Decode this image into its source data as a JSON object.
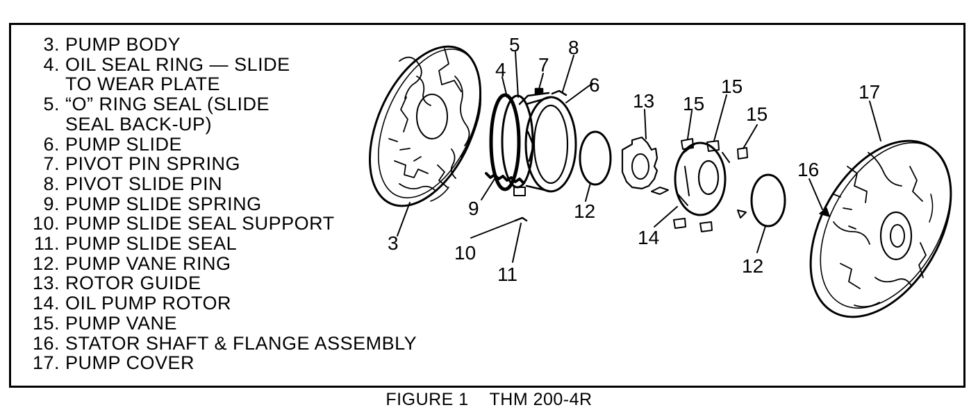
{
  "legend": [
    {
      "num": "3.",
      "lines": [
        "PUMP BODY"
      ]
    },
    {
      "num": "4.",
      "lines": [
        "OIL SEAL RING — SLIDE",
        "TO WEAR PLATE"
      ]
    },
    {
      "num": "5.",
      "lines": [
        "“O” RING SEAL (SLIDE",
        "SEAL BACK-UP)"
      ]
    },
    {
      "num": "6.",
      "lines": [
        "PUMP SLIDE"
      ]
    },
    {
      "num": "7.",
      "lines": [
        "PIVOT PIN SPRING"
      ]
    },
    {
      "num": "8.",
      "lines": [
        "PIVOT SLIDE PIN"
      ]
    },
    {
      "num": "9.",
      "lines": [
        "PUMP SLIDE SPRING"
      ]
    },
    {
      "num": "10.",
      "lines": [
        "PUMP SLIDE SEAL SUPPORT"
      ]
    },
    {
      "num": "11.",
      "lines": [
        "PUMP SLIDE SEAL"
      ]
    },
    {
      "num": "12.",
      "lines": [
        "PUMP VANE RING"
      ]
    },
    {
      "num": "13.",
      "lines": [
        "ROTOR GUIDE"
      ]
    },
    {
      "num": "14.",
      "lines": [
        "OIL PUMP ROTOR"
      ]
    },
    {
      "num": "15.",
      "lines": [
        "PUMP VANE"
      ]
    },
    {
      "num": "16.",
      "lines": [
        "STATOR SHAFT & FLANGE ASSEMBLY"
      ]
    },
    {
      "num": "17.",
      "lines": [
        "PUMP COVER"
      ]
    }
  ],
  "callouts": {
    "c3": "3",
    "c4": "4",
    "c5": "5",
    "c6": "6",
    "c7": "7",
    "c8": "8",
    "c9": "9",
    "c10": "10",
    "c11": "11",
    "c12a": "12",
    "c12b": "12",
    "c13": "13",
    "c14": "14",
    "c15a": "15",
    "c15b": "15",
    "c15c": "15",
    "c16": "16",
    "c17": "17"
  },
  "caption": {
    "figure": "FIGURE 1",
    "model": "THM 200-4R"
  }
}
